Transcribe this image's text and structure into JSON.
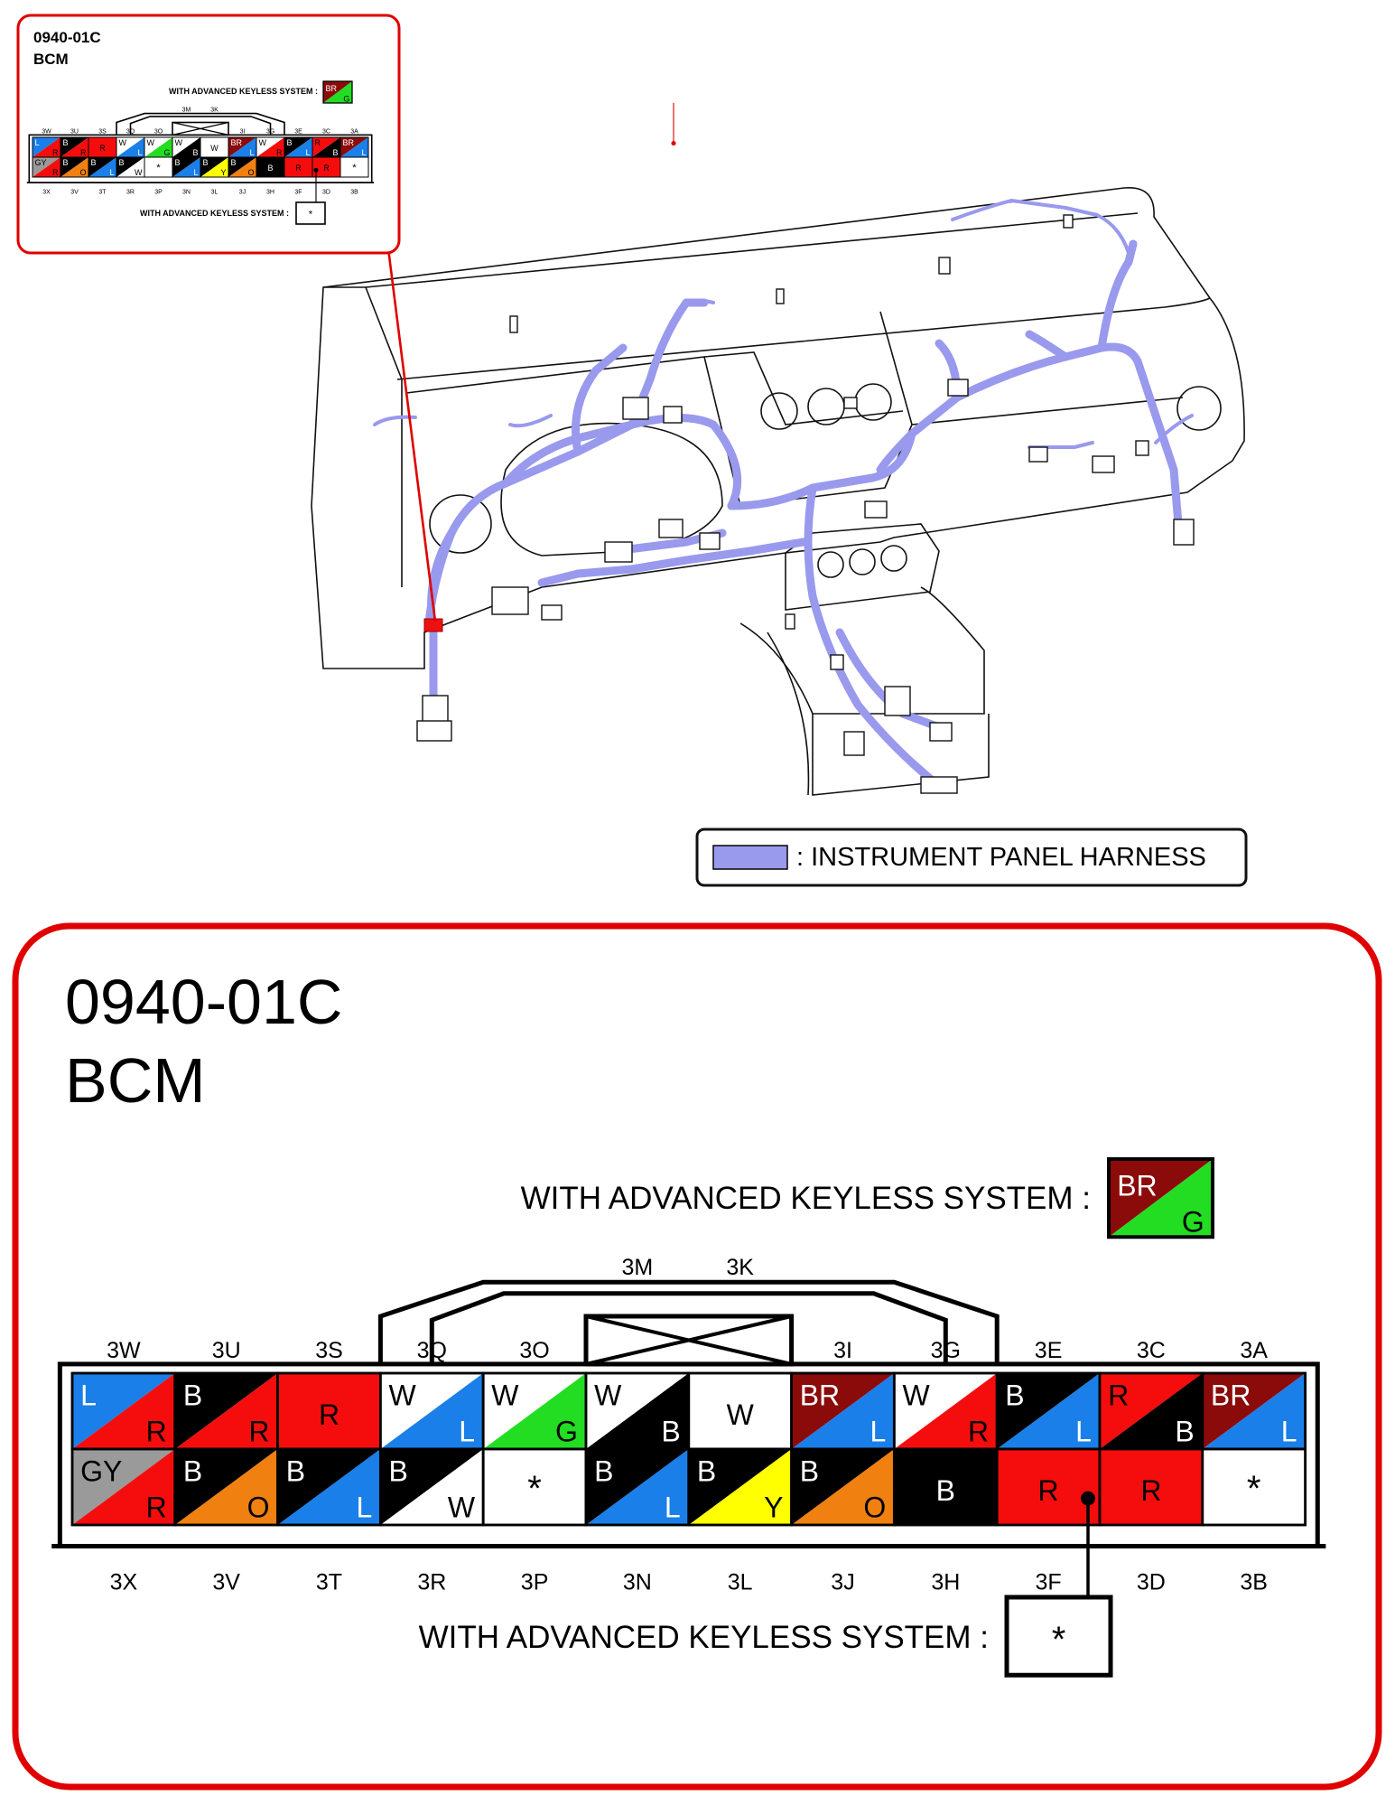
{
  "connector": {
    "code": "0940-01C",
    "name": "BCM",
    "top_note": "WITH ADVANCED KEYLESS SYSTEM :",
    "bottom_note": "WITH ADVANCED KEYLESS SYSTEM :",
    "top_note_colors": {
      "upper": "BR",
      "lower": "G"
    },
    "bottom_note_symbol": "*"
  },
  "legend": {
    "label": ": INSTRUMENT PANEL HARNESS",
    "swatch_color": "#9999ee"
  },
  "colors": {
    "L": "#1a7fe8",
    "R": "#f50d0d",
    "B": "#000000",
    "W": "#ffffff",
    "G": "#22dd22",
    "BR": "#8b0a0a",
    "GY": "#9a9a9a",
    "O": "#f08010",
    "Y": "#ffff00",
    "frame": "#e00000"
  },
  "pins_top": [
    {
      "id": "3W",
      "upper": "L",
      "lower": "R"
    },
    {
      "id": "3U",
      "upper": "B",
      "lower": "R"
    },
    {
      "id": "3S",
      "upper": "R",
      "lower": null
    },
    {
      "id": "3Q",
      "upper": "W",
      "lower": "L"
    },
    {
      "id": "3O",
      "upper": "W",
      "lower": "G"
    },
    {
      "id": "3M",
      "upper": "W",
      "lower": "B"
    },
    {
      "id": "3K",
      "upper": "W",
      "lower": null
    },
    {
      "id": "3I",
      "upper": "BR",
      "lower": "L"
    },
    {
      "id": "3G",
      "upper": "W",
      "lower": "R"
    },
    {
      "id": "3E",
      "upper": "B",
      "lower": "L"
    },
    {
      "id": "3C",
      "upper": "R",
      "lower": "B"
    },
    {
      "id": "3A",
      "upper": "BR",
      "lower": "L"
    }
  ],
  "pins_bottom": [
    {
      "id": "3X",
      "upper": "GY",
      "lower": "R"
    },
    {
      "id": "3V",
      "upper": "B",
      "lower": "O"
    },
    {
      "id": "3T",
      "upper": "B",
      "lower": "L"
    },
    {
      "id": "3R",
      "upper": "B",
      "lower": "W"
    },
    {
      "id": "3P",
      "upper": "*",
      "lower": null
    },
    {
      "id": "3N",
      "upper": "B",
      "lower": "L"
    },
    {
      "id": "3L",
      "upper": "B",
      "lower": "Y"
    },
    {
      "id": "3J",
      "upper": "B",
      "lower": "O"
    },
    {
      "id": "3H",
      "upper": "B",
      "lower": null
    },
    {
      "id": "3F",
      "upper": "R",
      "lower": null
    },
    {
      "id": "3D",
      "upper": "R",
      "lower": null
    },
    {
      "id": "3B",
      "upper": "*",
      "lower": null
    }
  ]
}
